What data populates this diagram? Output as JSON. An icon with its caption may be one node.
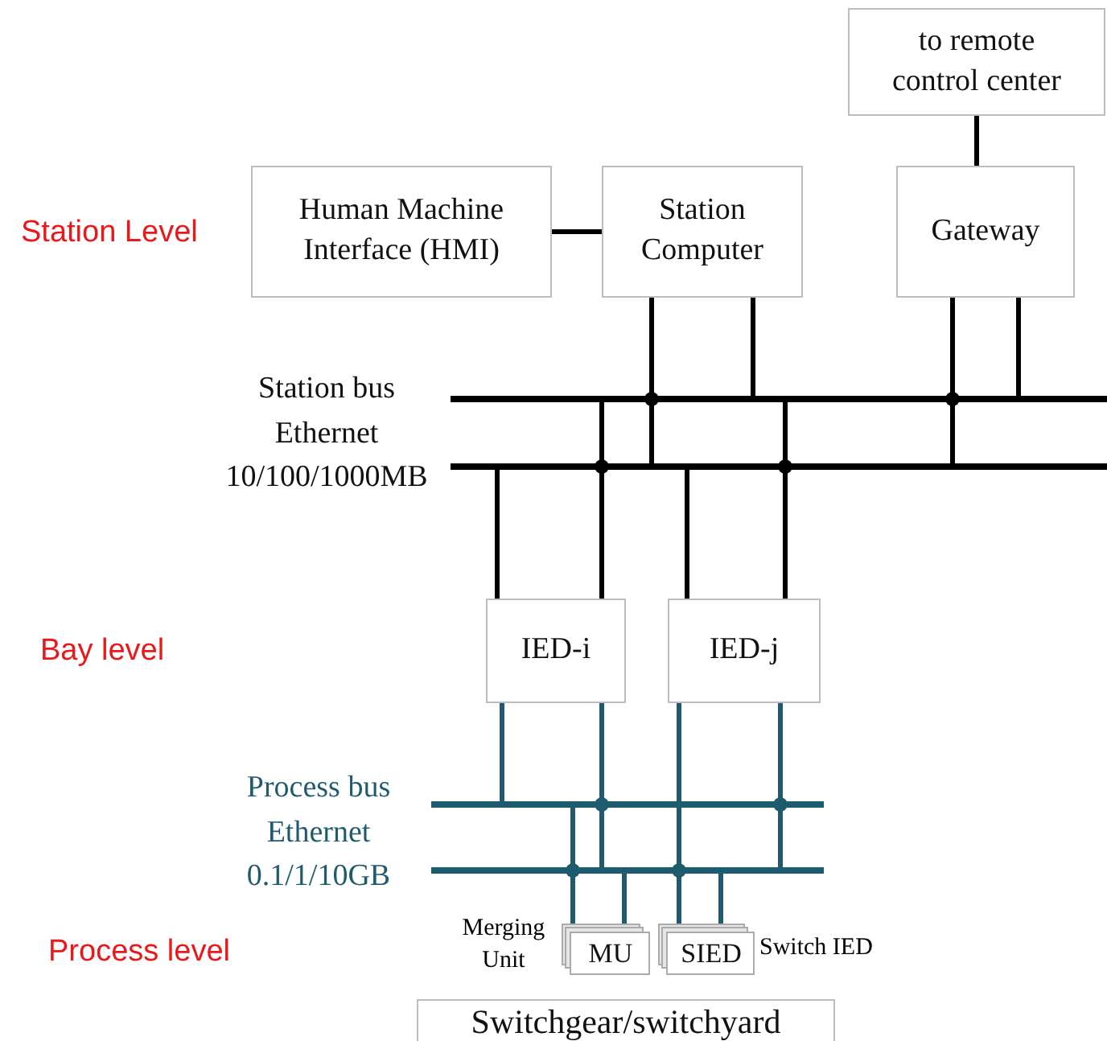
{
  "diagram": {
    "nodes": [
      {
        "text": [
          "to remote control center"
        ]
      },
      {
        "text": [
          "Human Machine Interface (HMI)"
        ]
      },
      {
        "text": [
          "Station Computer"
        ]
      },
      {
        "text": [
          "Gateway"
        ]
      },
      {
        "text": [],
        "shape": "bar"
      },
      {
        "text": [],
        "shape": "bar"
      },
      {
        "text": [
          "IED-i"
        ]
      },
      {
        "text": [
          "IED-j"
        ]
      },
      {
        "text": [],
        "shape": "bar"
      },
      {
        "text": [],
        "shape": "bar"
      },
      {
        "text": [
          "MU"
        ],
        "beside": [
          "Merging Unit"
        ]
      },
      {
        "text": [
          "SIED"
        ],
        "beside": [
          "Switch IED"
        ]
      },
      {
        "text": [
          "Switchgear/switchyard"
        ]
      }
    ],
    "edges": [
      {
        "from": 0,
        "to": 3,
        "arrow": "none"
      },
      {
        "from": 1,
        "to": 2,
        "arrow": "none"
      },
      {
        "from": 2,
        "to": 4,
        "arrow": "other"
      },
      {
        "from": 2,
        "to": 5,
        "arrow": "none"
      },
      {
        "from": 2,
        "to": 4,
        "arrow": "none"
      },
      {
        "from": 3,
        "to": 4,
        "arrow": "other"
      },
      {
        "from": 3,
        "to": 5,
        "arrow": "none"
      },
      {
        "from": 3,
        "to": 4,
        "arrow": "none"
      },
      {
        "from": 6,
        "to": 5,
        "arrow": "none"
      },
      {
        "from": 6,
        "to": 4,
        "arrow": "none"
      },
      {
        "from": 6,
        "to": 5,
        "arrow": "other"
      },
      {
        "from": 7,
        "to": 5,
        "arrow": "none"
      },
      {
        "from": 7,
        "to": 4,
        "arrow": "none"
      },
      {
        "from": 7,
        "to": 5,
        "arrow": "other"
      },
      {
        "from": 6,
        "to": 8,
        "arrow": "none",
        "color": "#1f5b6e"
      },
      {
        "from": 6,
        "to": 8,
        "arrow": "other",
        "color": "#1f5b6e"
      },
      {
        "from": 6,
        "to": 9,
        "arrow": "none",
        "color": "#1f5b6e"
      },
      {
        "from": 7,
        "to": 9,
        "arrow": "other",
        "color": "#1f5b6e"
      },
      {
        "from": 7,
        "to": 11,
        "arrow": "none",
        "color": "#1f5b6e"
      },
      {
        "from": 7,
        "to": 8,
        "arrow": "other",
        "color": "#1f5b6e"
      },
      {
        "from": 7,
        "to": 9,
        "arrow": "none",
        "color": "#1f5b6e"
      },
      {
        "from": 8,
        "to": 10,
        "arrow": "none",
        "color": "#1f5b6e"
      },
      {
        "from": 9,
        "to": 10,
        "arrow": "other",
        "color": "#1f5b6e"
      },
      {
        "from": 9,
        "to": 10,
        "arrow": "none",
        "color": "#1f5b6e"
      },
      {
        "from": 9,
        "to": 11,
        "arrow": "none",
        "color": "#1f5b6e"
      }
    ],
    "labels": [
      "Station Level",
      "Station bus Ethernet 10/100/1000MB",
      "Bay level",
      "Process bus Ethernet 0.1/1/10GB",
      "Process level"
    ]
  }
}
